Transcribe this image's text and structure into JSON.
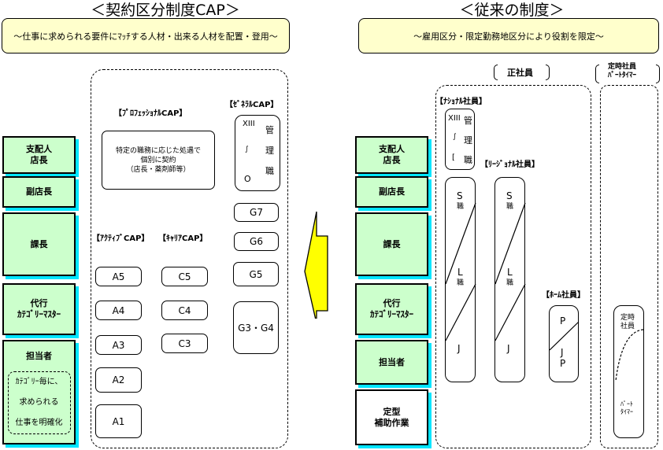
{
  "left": {
    "title": "＜契約区分制度CAP＞",
    "banner": "～仕事に求められる要件にﾏｯﾁする人材・出来る人材を配置・登用～",
    "positions": [
      {
        "line1": "支配人",
        "line2": "店長"
      },
      {
        "line1": "副店長",
        "line2": ""
      },
      {
        "line1": "課長",
        "line2": ""
      },
      {
        "line1": "代行",
        "line2": "ｶﾃｺﾞﾘｰﾏｽﾀｰ"
      },
      {
        "line1": "担当者",
        "line2": ""
      }
    ],
    "tantousha_note": [
      "ｶﾃｺﾞﾘｰ毎に、",
      "求められる",
      "仕事を明確化"
    ],
    "professional": {
      "label": "【ﾌﾟﾛﾌｪｯｼｮﾅﾙCAP】",
      "desc": [
        "特定の職務に応じた処遇で",
        "個別に契約",
        "（店長・薬剤師等）"
      ]
    },
    "general": {
      "label": "【ｾﾞﾈﾗﾙCAP】",
      "kanri": {
        "range_top": "XIII",
        "range_sep": "∫",
        "range_bottom": "O",
        "chars": [
          "管",
          "理",
          "職"
        ]
      },
      "grades": [
        "G7",
        "G6",
        "G5",
        "G3・G4"
      ]
    },
    "active": {
      "label": "【ｱｸﾃｨﾌﾞCAP】",
      "grades": [
        "A5",
        "A4",
        "A3",
        "A2",
        "A1"
      ]
    },
    "career": {
      "label": "【ｷｬﾘｱCAP】",
      "grades": [
        "C5",
        "C4",
        "C3"
      ]
    }
  },
  "arrow": {
    "direction": "left",
    "color": "#ffff00"
  },
  "right": {
    "title": "＜従来の制度＞",
    "banner": "～雇用区分・限定勤務地区分により役割を限定～",
    "seishain_header": "正社員",
    "teiji_header": [
      "定時社員",
      "ﾊﾟｰﾄﾀｲﾏｰ"
    ],
    "positions": [
      {
        "line1": "支配人",
        "line2": "店長"
      },
      {
        "line1": "副店長",
        "line2": ""
      },
      {
        "line1": "課長",
        "line2": ""
      },
      {
        "line1": "代行",
        "line2": "ｶﾃｺﾞﾘｰﾏｽﾀｰ"
      },
      {
        "line1": "担当者",
        "line2": ""
      },
      {
        "line1": "定型",
        "line2": "補助作業"
      }
    ],
    "national": {
      "label": "【ﾅｼｮﾅﾙ社員】",
      "kanri": {
        "range_top": "XIII",
        "range_sep": "∫",
        "range_bottom": "[",
        "chars": [
          "管",
          "理",
          "職"
        ]
      },
      "column": {
        "s": "S",
        "s_sub": "職",
        "l": "L",
        "l_sub": "職",
        "j": "J"
      }
    },
    "regional": {
      "label": "【ﾘｰｼﾞｮﾅﾙ社員】",
      "column": {
        "s": "S",
        "s_sub": "職",
        "l": "L",
        "l_sub": "職",
        "j": "J"
      }
    },
    "home": {
      "label": "【ﾎｰﾑ社員】",
      "top": "P",
      "mid": "J",
      "bottom": "P"
    },
    "teiji": {
      "top": [
        "定時",
        "社員"
      ],
      "bottom": [
        "ﾊﾟｰﾄ",
        "ﾀｲﾏｰ"
      ]
    }
  },
  "colors": {
    "banner_bg": "#ffffcc",
    "position_bg": "#ccffcc",
    "shadow": "#00e5ff",
    "arrow": "#ffff00"
  }
}
